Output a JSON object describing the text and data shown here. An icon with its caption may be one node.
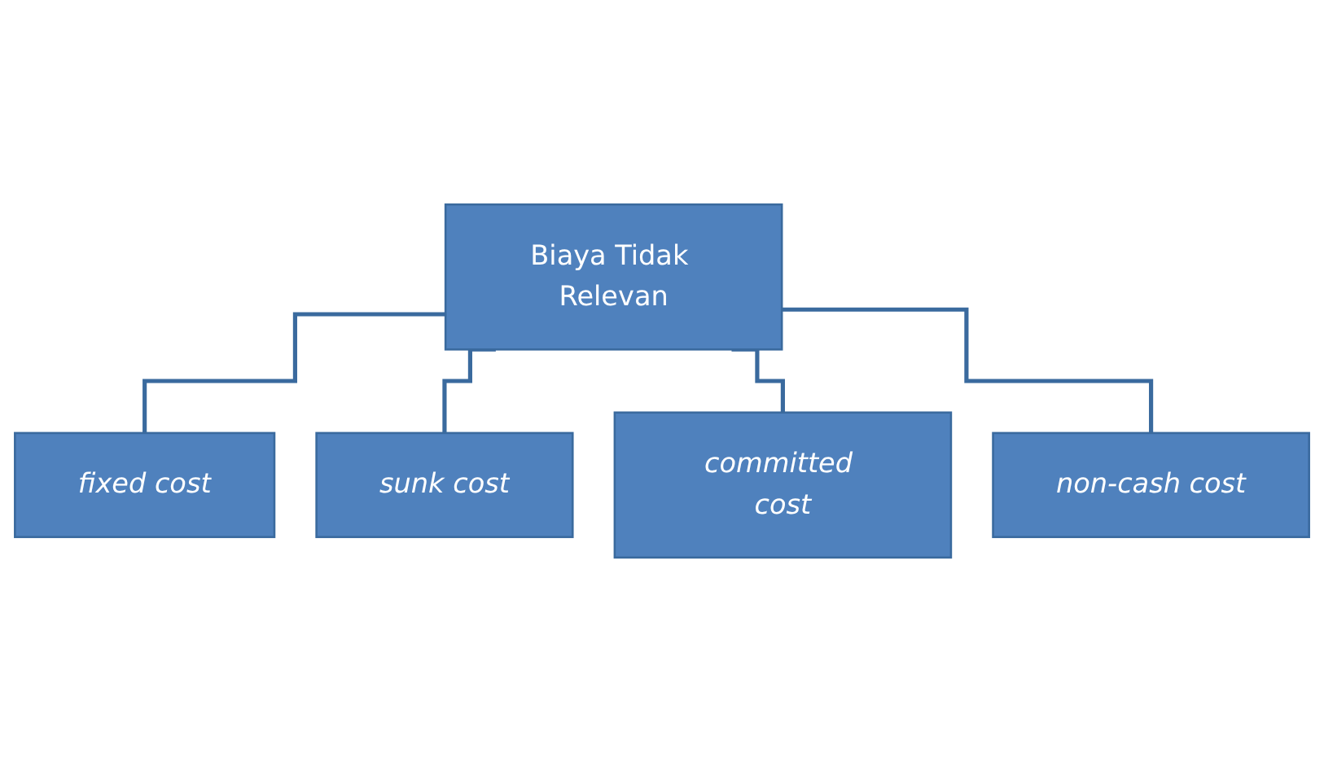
{
  "diagram": {
    "nodes": [
      {
        "text": [
          "Biaya Tidak Relevan"
        ]
      },
      {
        "text": [
          "fixed cost"
        ]
      },
      {
        "text": [
          "sunk cost"
        ]
      },
      {
        "text": [
          "committed cost"
        ]
      },
      {
        "text": [
          "non-cash cost"
        ]
      }
    ],
    "edges": [
      {
        "from": 0,
        "to": 1,
        "arrow": "none"
      },
      {
        "from": 0,
        "to": 2,
        "arrow": "none"
      },
      {
        "from": 0,
        "to": 3,
        "arrow": "none"
      },
      {
        "from": 0,
        "to": 4,
        "arrow": "none"
      }
    ]
  }
}
